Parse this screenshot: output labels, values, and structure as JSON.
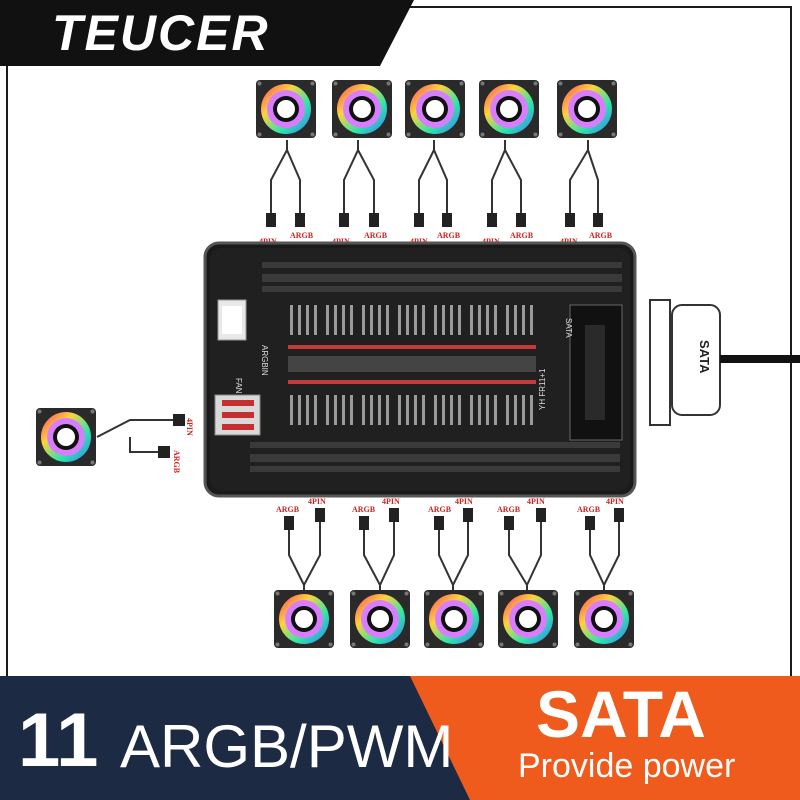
{
  "brand": "TEUCER",
  "headline": {
    "count": "11",
    "model": "ARGB/PWM",
    "feature": "SATA",
    "feature_sub": "Provide power"
  },
  "connector_labels": {
    "pin": "4PIN",
    "argb": "ARGB",
    "sata": "SATA"
  },
  "board": {
    "model_code": "YH FR11+1",
    "fan_label": "FAN",
    "argbin_label": "ARGBIN",
    "sata_label": "SATA"
  },
  "colors": {
    "navy": "#1d2a44",
    "orange": "#ef5a1d",
    "board": "#1a1a1a",
    "pin_label": "#cc2222"
  },
  "fan_count": 11
}
